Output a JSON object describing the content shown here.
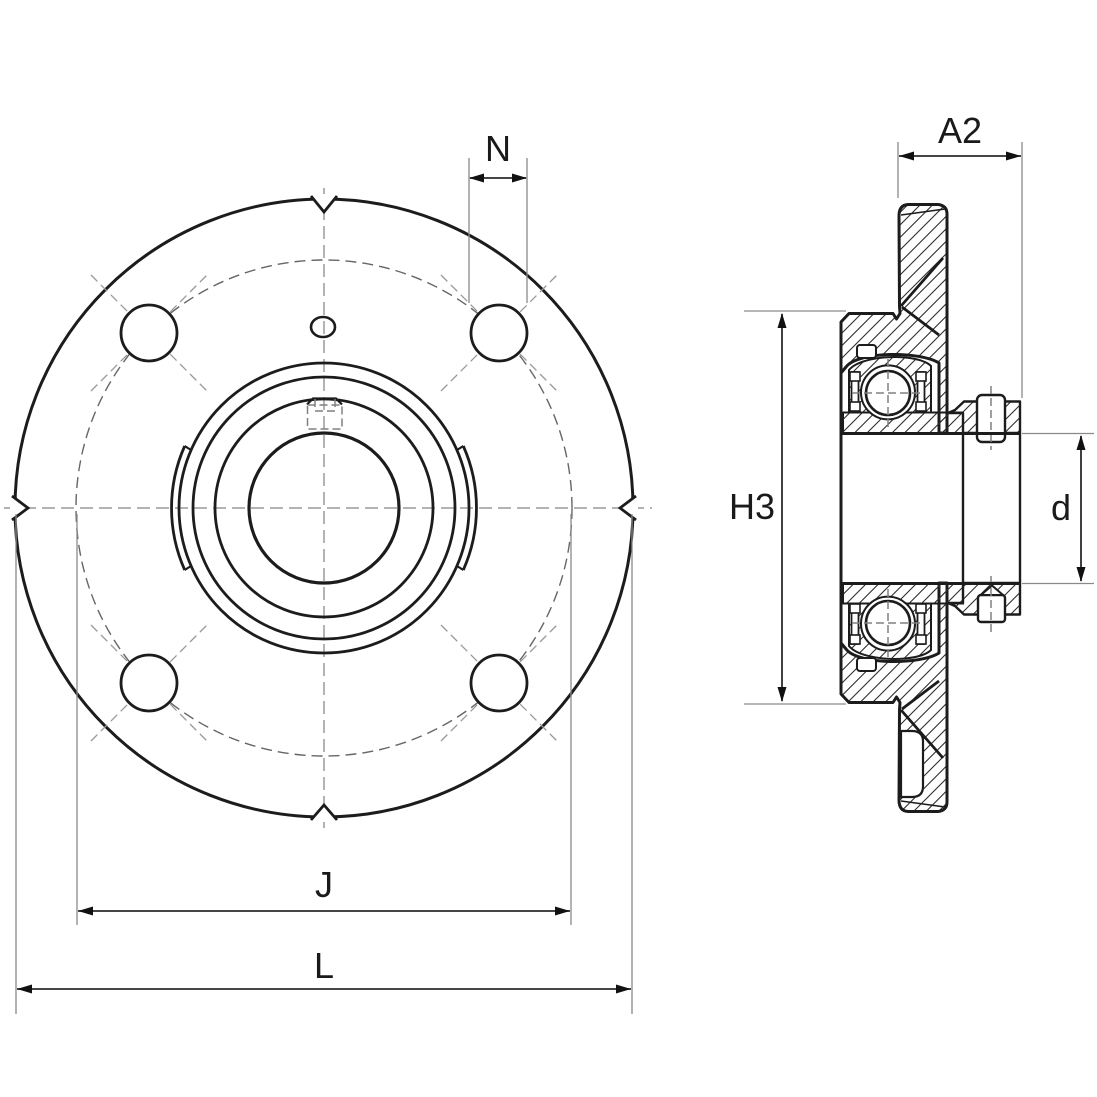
{
  "drawing": {
    "type": "technical-drawing",
    "subject": "4-bolt-round-flanged-bearing-unit",
    "views": {
      "front": "front-view",
      "side": "sectional-side-view"
    },
    "dimension_labels": {
      "n": "N",
      "a2": "A2",
      "h3": "H3",
      "d": "d",
      "j": "J",
      "l": "L"
    },
    "colors": {
      "line": "#1c1c1c",
      "dimension": "#2b2b2b",
      "extension": "#8a8a8a",
      "centerline": "#9a9a9a",
      "hatch": "#2e2e2e",
      "background": "#ffffff"
    }
  }
}
